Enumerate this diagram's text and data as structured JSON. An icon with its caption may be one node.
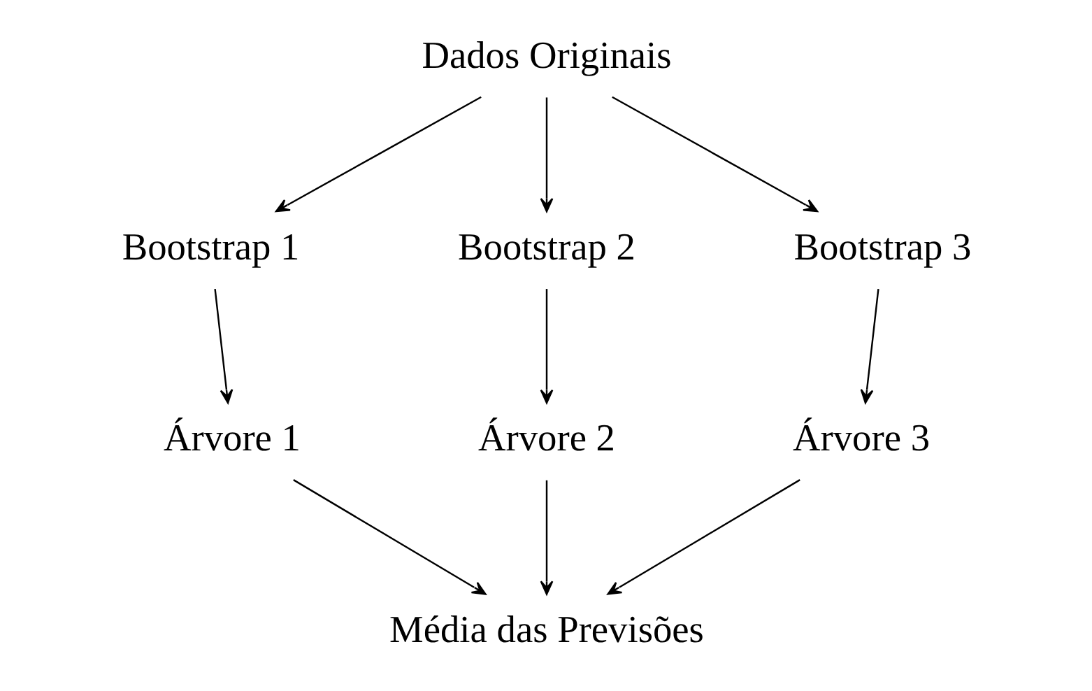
{
  "diagram": {
    "nodes": [
      {
        "text": [
          "Dados Originais"
        ]
      },
      {
        "text": [
          "Bootstrap 1"
        ]
      },
      {
        "text": [
          "Bootstrap 2"
        ]
      },
      {
        "text": [
          "Bootstrap 3"
        ]
      },
      {
        "text": [
          "Árvore 1"
        ]
      },
      {
        "text": [
          "Árvore 2"
        ]
      },
      {
        "text": [
          "Árvore 3"
        ]
      },
      {
        "text": [
          "Média das Previsões"
        ]
      }
    ],
    "edges": [
      {
        "from": 0,
        "to": 1,
        "arrow": "to"
      },
      {
        "from": 0,
        "to": 2,
        "arrow": "to"
      },
      {
        "from": 0,
        "to": 3,
        "arrow": "to"
      },
      {
        "from": 1,
        "to": 4,
        "arrow": "to"
      },
      {
        "from": 2,
        "to": 5,
        "arrow": "to"
      },
      {
        "from": 3,
        "to": 6,
        "arrow": "to"
      },
      {
        "from": 4,
        "to": 7,
        "arrow": "to"
      },
      {
        "from": 5,
        "to": 7,
        "arrow": "to"
      },
      {
        "from": 6,
        "to": 7,
        "arrow": "to"
      }
    ]
  }
}
